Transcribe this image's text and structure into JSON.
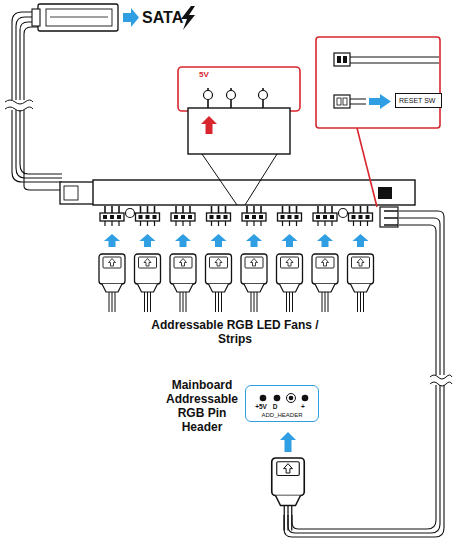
{
  "diagram": {
    "nodes": [
      {
        "text": [
          "RESET SW"
        ]
      },
      {
        "text": [
          "+5V",
          "D",
          "+",
          "ADD_HEADER"
        ]
      }
    ],
    "labels": [
      "SATA",
      "5V",
      "Addressable RGB LED Fans / Strips",
      "Mainboard Addressable RGB Pin Header"
    ]
  }
}
